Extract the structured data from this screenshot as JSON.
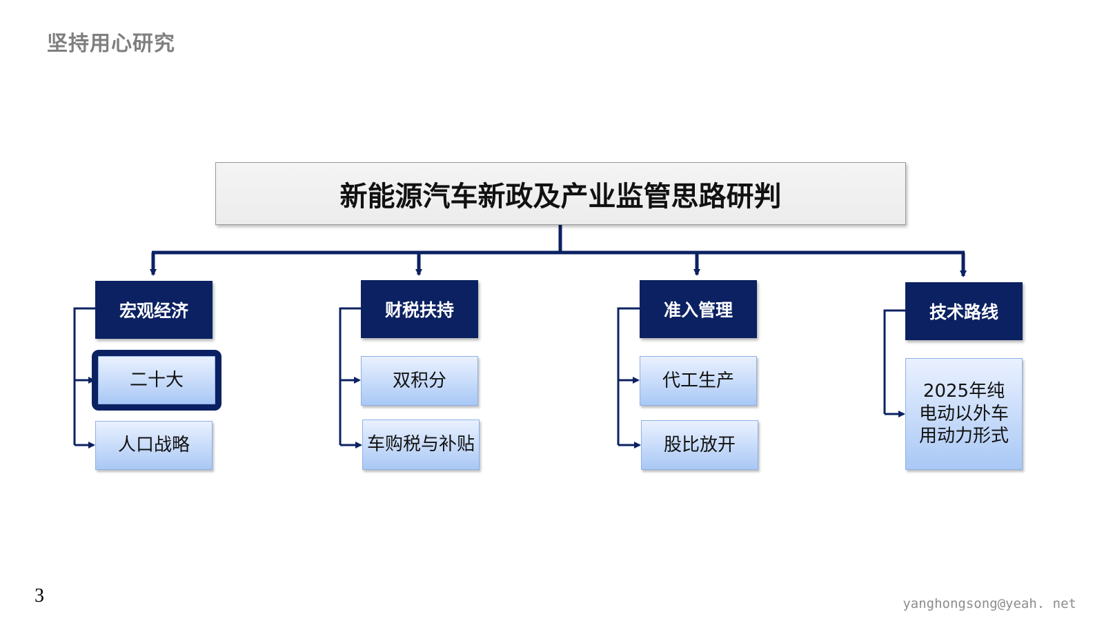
{
  "slide": {
    "title": "坚持用心研究",
    "page_number": "3",
    "footer_email": "yanghongsong@yeah. net"
  },
  "diagram": {
    "root": "新能源汽车新政及产业监管思路研判",
    "categories": [
      {
        "label": "宏观经济",
        "children": [
          "二十大",
          "人口战略"
        ],
        "selected_child": "二十大"
      },
      {
        "label": "财税扶持",
        "children": [
          "双积分",
          "车购税与补贴"
        ]
      },
      {
        "label": "准入管理",
        "children": [
          "代工生产",
          "股比放开"
        ]
      },
      {
        "label": "技术路线",
        "children": [
          "2025年纯电动以外车用动力形式"
        ]
      }
    ]
  },
  "colors": {
    "category_fill": "#0b2161",
    "connector": "#0b2161",
    "leaf_fill_top": "#eaf1ff",
    "leaf_fill_bottom": "#a9c8f5",
    "title_gray": "#7f7f7f"
  }
}
